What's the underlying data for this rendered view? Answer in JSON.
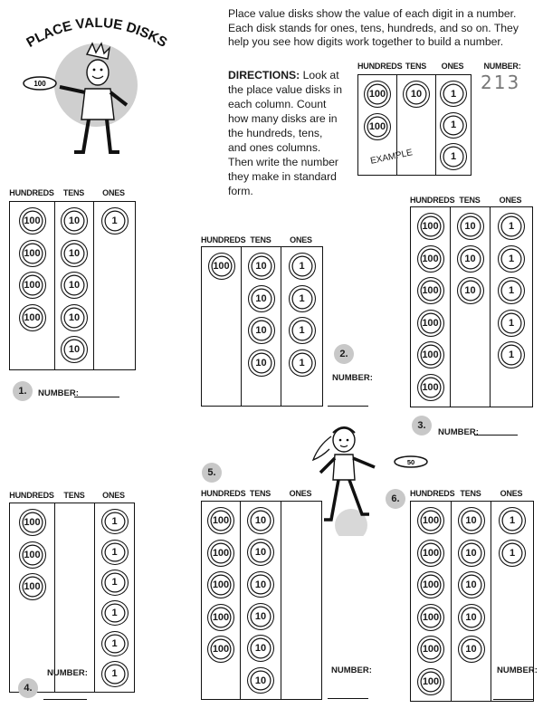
{
  "title": "PLACE VALUE DISKS",
  "intro": "Place value disks show the value of each digit in a number. Each disk stands for ones, tens, hundreds, and so on. They help you see how digits work together to build a number.",
  "directions": {
    "label": "DIRECTIONS:",
    "text": " Look at the place value disks in each column. Count how many disks are in the hundreds, tens, and ones columns. Then write the number they make in standard form."
  },
  "headers": {
    "hundreds": "HUNDREDS",
    "tens": "TENS",
    "ones": "ONES"
  },
  "number_label": "NUMBER:",
  "disk_labels": {
    "hundreds": "100",
    "tens": "10",
    "ones": "1"
  },
  "illustration_disks": {
    "boy": "100",
    "girl": "50"
  },
  "example": {
    "label": "EXAMPLE",
    "answer": "213",
    "hundreds": 2,
    "tens": 1,
    "ones": 3
  },
  "problems": [
    {
      "number": "1.",
      "hundreds": 4,
      "tens": 5,
      "ones": 1
    },
    {
      "number": "2.",
      "hundreds": 1,
      "tens": 4,
      "ones": 4
    },
    {
      "number": "3.",
      "hundreds": 6,
      "tens": 3,
      "ones": 5
    },
    {
      "number": "4.",
      "hundreds": 3,
      "tens": 0,
      "ones": 6
    },
    {
      "number": "5.",
      "hundreds": 5,
      "tens": 6,
      "ones": 0
    },
    {
      "number": "6.",
      "hundreds": 6,
      "tens": 5,
      "ones": 2
    }
  ]
}
